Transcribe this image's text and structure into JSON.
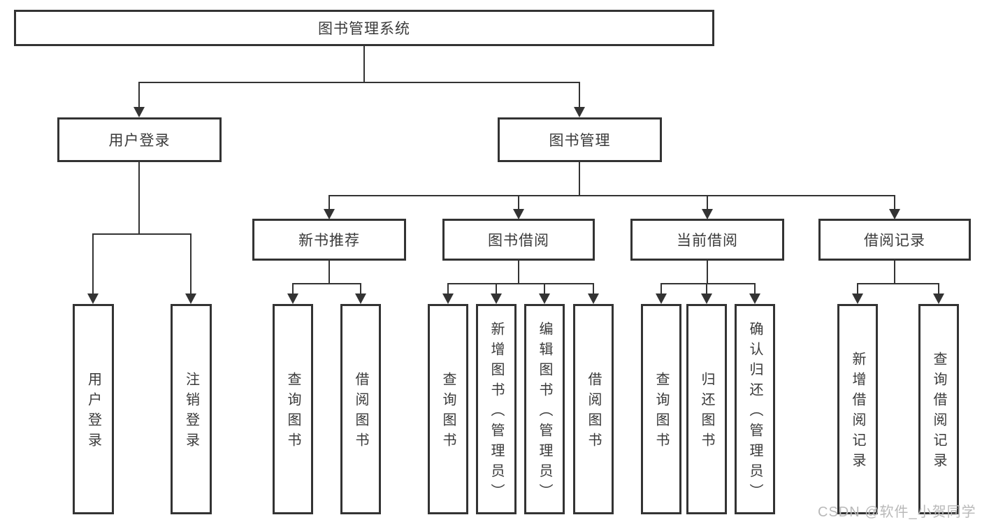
{
  "tree": {
    "root": {
      "label": "图书管理系统"
    },
    "level2": [
      {
        "label": "用户登录",
        "children": [
          {
            "label": "用户登录"
          },
          {
            "label": "注销登录"
          }
        ]
      },
      {
        "label": "图书管理",
        "children": [
          {
            "label": "新书推荐",
            "children": [
              {
                "label": "查询图书"
              },
              {
                "label": "借阅图书"
              }
            ]
          },
          {
            "label": "图书借阅",
            "children": [
              {
                "label": "查询图书"
              },
              {
                "label": "新增图书（管理员）"
              },
              {
                "label": "编辑图书（管理员）"
              },
              {
                "label": "借阅图书"
              }
            ]
          },
          {
            "label": "当前借阅",
            "children": [
              {
                "label": "查询图书"
              },
              {
                "label": "归还图书"
              },
              {
                "label": "确认归还（管理员）"
              }
            ]
          },
          {
            "label": "借阅记录",
            "children": [
              {
                "label": "新增借阅记录"
              },
              {
                "label": "查询借阅记录"
              }
            ]
          }
        ]
      }
    ]
  },
  "watermark": {
    "text": "CSDN @软件_小贺同学"
  },
  "colors": {
    "line": "#333333",
    "box_border": "#333333",
    "box_fill": "#ffffff",
    "text": "#3a3a3a",
    "watermark": "#b9b9b9",
    "background": "#ffffff"
  }
}
